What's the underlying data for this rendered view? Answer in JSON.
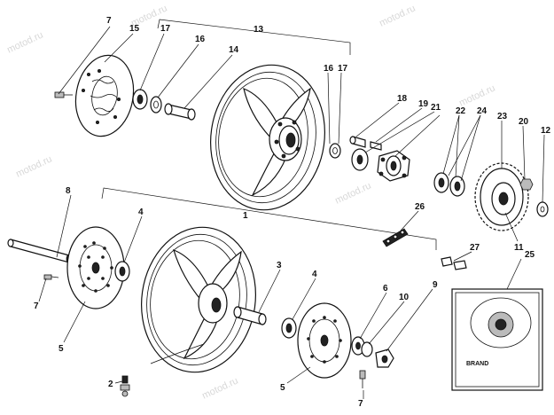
{
  "watermark": "motod.ru",
  "brand_label": "BRAND",
  "callouts": {
    "c1": "1",
    "c2": "2",
    "c3": "3",
    "c4a": "4",
    "c4b": "4",
    "c5a": "5",
    "c5b": "5",
    "c6": "6",
    "c7a": "7",
    "c7b": "7",
    "c7c": "7",
    "c8": "8",
    "c9": "9",
    "c10": "10",
    "c11": "11",
    "c12": "12",
    "c13": "13",
    "c14": "14",
    "c15": "15",
    "c16a": "16",
    "c16b": "16",
    "c17a": "17",
    "c17b": "17",
    "c18": "18",
    "c19": "19",
    "c20": "20",
    "c21": "21",
    "c22": "22",
    "c23": "23",
    "c24": "24",
    "c25": "25",
    "c26": "26",
    "c27": "27"
  }
}
